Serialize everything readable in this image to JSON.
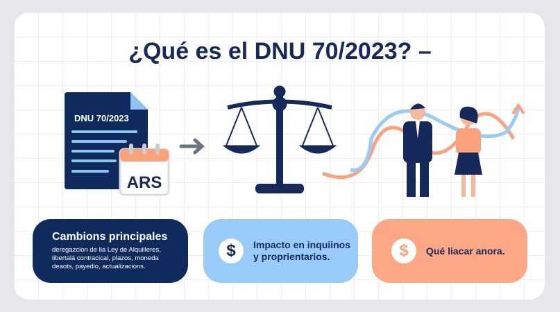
{
  "title": "¿Qué es el DNU 70/2023? –",
  "document": {
    "label": "DNU 70/2023",
    "calendar_label": "ARS"
  },
  "icons": [
    "document-icon",
    "calendar-icon",
    "arrow-right-icon",
    "scale-icon",
    "couple-icon",
    "trend-arrow-icon",
    "dollar-icon"
  ],
  "cards": [
    {
      "title": "Cambions principales",
      "lines": [
        "deregazcion de lla Ley de Alquilleres,",
        "libertalá contracical, plazos, moneda",
        "deaots, payedio, actualizacions."
      ]
    },
    {
      "icon_text": "$",
      "lines": [
        "Impacto en inquiinos",
        "y proprientarios."
      ]
    },
    {
      "icon_text": "$",
      "lines": [
        "Qué liacar anora."
      ]
    }
  ],
  "colors": {
    "navy": "#15295a",
    "blue": "#98cbf8",
    "orange": "#fca886"
  }
}
